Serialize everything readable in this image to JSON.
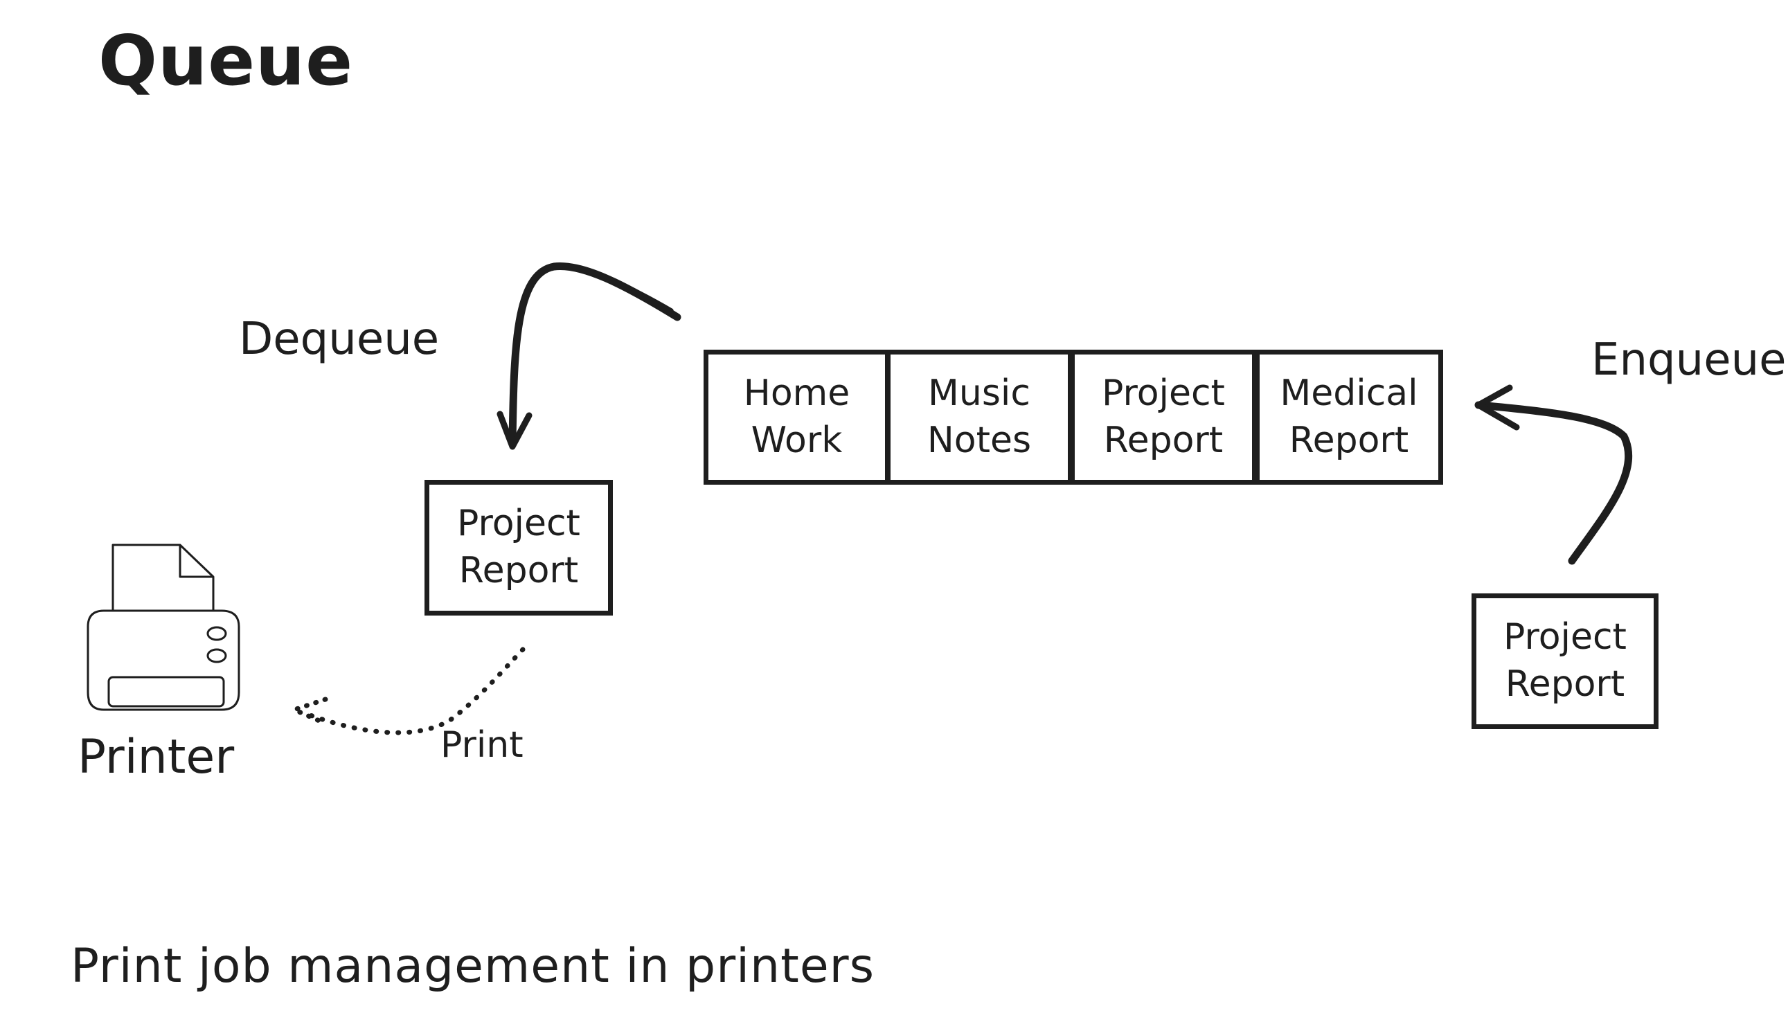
{
  "title": "Queue",
  "caption": "Print job management in printers",
  "labels": {
    "dequeue": "Dequeue",
    "enqueue": "Enqueue",
    "print": "Print",
    "printer": "Printer"
  },
  "queue": [
    {
      "line1": "Home",
      "line2": "Work"
    },
    {
      "line1": "Music",
      "line2": "Notes"
    },
    {
      "line1": "Project",
      "line2": "Report"
    },
    {
      "line1": "Medical",
      "line2": "Report"
    }
  ],
  "dequeued_item": {
    "line1": "Project",
    "line2": "Report"
  },
  "incoming_item": {
    "line1": "Project",
    "line2": "Report"
  },
  "colors": {
    "stroke": "#1e1e1e",
    "background": "#ffffff"
  },
  "icons": [
    "printer-icon",
    "dequeue-arrow",
    "enqueue-arrow",
    "print-dotted-arrow"
  ]
}
